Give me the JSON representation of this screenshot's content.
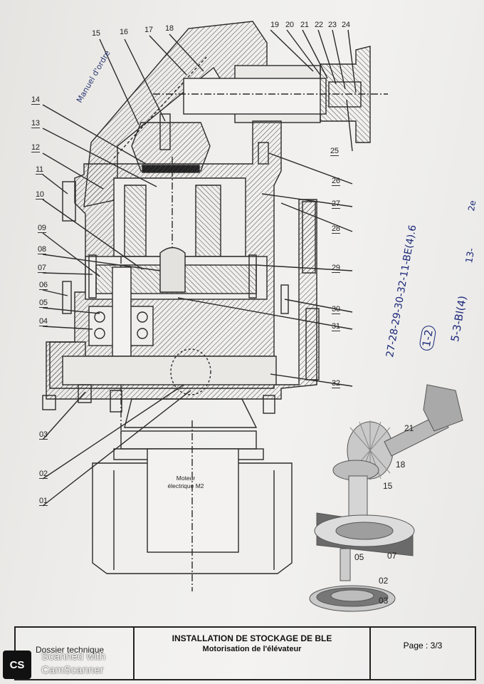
{
  "drawing": {
    "part_numbers_top": [
      "15",
      "16",
      "17",
      "18",
      "19",
      "20",
      "21",
      "22",
      "23",
      "24"
    ],
    "part_numbers_left": [
      "14",
      "13",
      "12",
      "11",
      "10",
      "09",
      "08",
      "07",
      "06",
      "05",
      "04",
      "03",
      "02",
      "01"
    ],
    "part_numbers_right": [
      "25",
      "26",
      "27",
      "28",
      "29",
      "30",
      "31",
      "32"
    ],
    "motor_label_line1": "Moteur",
    "motor_label_line2": "électrique M2"
  },
  "handwriting": {
    "margin_note": "Manuel d'ordre",
    "parts_list": "27-28-29-30-32-11-BE(4).6",
    "circled": "1-2",
    "note_a": "5-3-BI(4)",
    "note_b": "13-",
    "note_c": "2e"
  },
  "render_3d_labels": {
    "r21": "21",
    "r18": "18",
    "r15": "15",
    "r05": "05",
    "r07": "07",
    "r02": "02",
    "r03": "03"
  },
  "title_block": {
    "dossier": "Dossier technique",
    "title": "INSTALLATION DE STOCKAGE DE BLE",
    "subtitle": "Motorisation de l'élévateur",
    "page": "Page : 3/3"
  },
  "watermark": {
    "logo": "CS",
    "line1": "Scanned with",
    "line2": "CamScanner"
  }
}
